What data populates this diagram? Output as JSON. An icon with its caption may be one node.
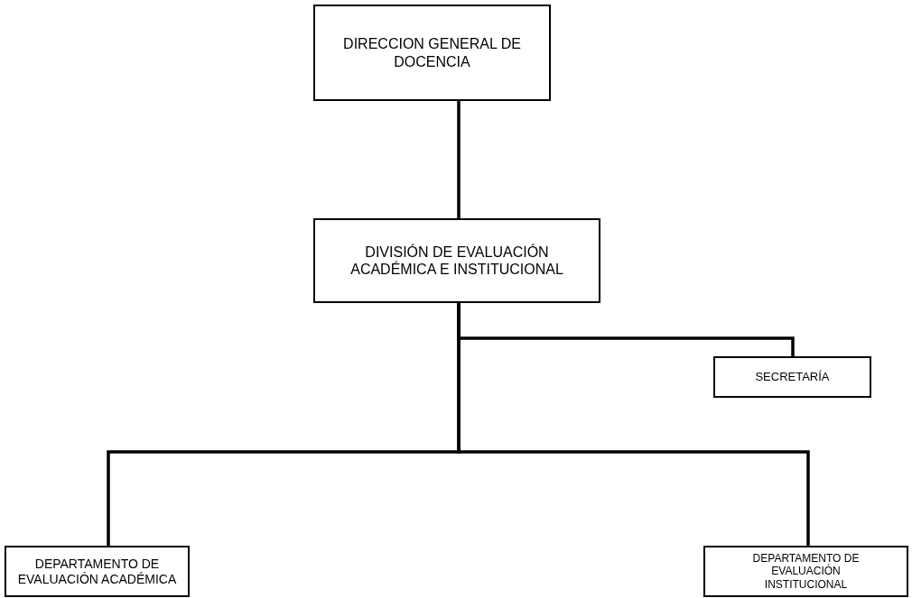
{
  "diagram": {
    "nodes": [
      {
        "text": [
          "DIRECCION GENERAL DE DOCENCIA"
        ]
      },
      {
        "text": [
          "DIVISIÓN DE EVALUACIÓN ACADÉMICA E INSTITUCIONAL"
        ]
      },
      {
        "text": [
          "SECRETARÍA"
        ]
      },
      {
        "text": [
          "DEPARTAMENTO DE EVALUACIÓN ACADÉMICA"
        ]
      },
      {
        "text": [
          "DEPARTAMENTO DE EVALUACIÓN INSTITUCIONAL"
        ]
      }
    ],
    "edges": [
      {
        "from": 0,
        "to": 1,
        "arrow": "none"
      },
      {
        "from": 1,
        "to": 2,
        "arrow": "none"
      },
      {
        "from": 1,
        "to": 3,
        "arrow": "none"
      },
      {
        "from": 1,
        "to": 4,
        "arrow": "none"
      }
    ]
  }
}
